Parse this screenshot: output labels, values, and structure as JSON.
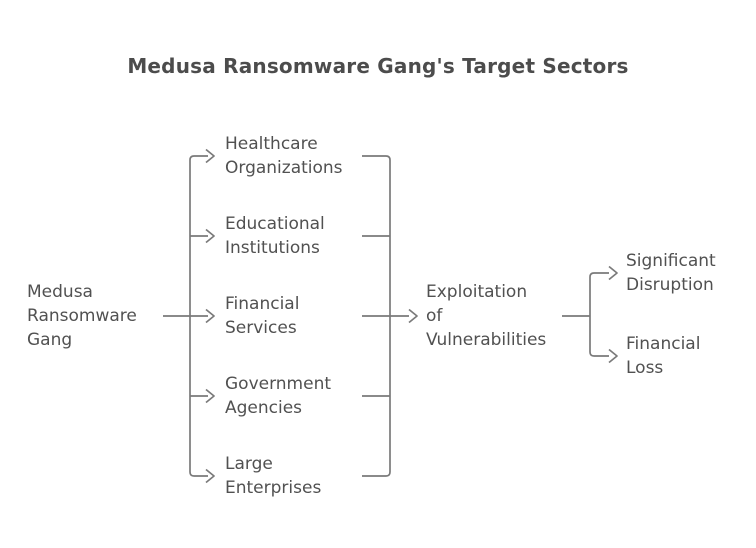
{
  "title": "Medusa Ransomware Gang's Target Sectors",
  "colors": {
    "background": "#ffffff",
    "title_text": "#4c4c4c",
    "node_text": "#515151",
    "line": "#7a7a7a"
  },
  "diagram": {
    "type": "flowchart-left-to-right",
    "root": {
      "id": "root",
      "label": "Medusa\nRansomware\nGang"
    },
    "sectors": [
      {
        "id": "healthcare",
        "label": "Healthcare\nOrganizations"
      },
      {
        "id": "educational",
        "label": "Educational\nInstitutions"
      },
      {
        "id": "financial-services",
        "label": "Financial\nServices"
      },
      {
        "id": "government",
        "label": "Government\nAgencies"
      },
      {
        "id": "large-enterprises",
        "label": "Large\nEnterprises"
      }
    ],
    "convergence": {
      "id": "exploitation",
      "label": "Exploitation\nof\nVulnerabilities"
    },
    "outcomes": [
      {
        "id": "significant-disruption",
        "label": "Significant\nDisruption"
      },
      {
        "id": "financial-loss",
        "label": "Financial\nLoss"
      }
    ],
    "edges": [
      {
        "from": "root",
        "to": "healthcare"
      },
      {
        "from": "root",
        "to": "educational"
      },
      {
        "from": "root",
        "to": "financial-services"
      },
      {
        "from": "root",
        "to": "government"
      },
      {
        "from": "root",
        "to": "large-enterprises"
      },
      {
        "from": "healthcare",
        "to": "exploitation"
      },
      {
        "from": "educational",
        "to": "exploitation"
      },
      {
        "from": "financial-services",
        "to": "exploitation"
      },
      {
        "from": "government",
        "to": "exploitation"
      },
      {
        "from": "large-enterprises",
        "to": "exploitation"
      },
      {
        "from": "exploitation",
        "to": "significant-disruption"
      },
      {
        "from": "exploitation",
        "to": "financial-loss"
      }
    ]
  }
}
